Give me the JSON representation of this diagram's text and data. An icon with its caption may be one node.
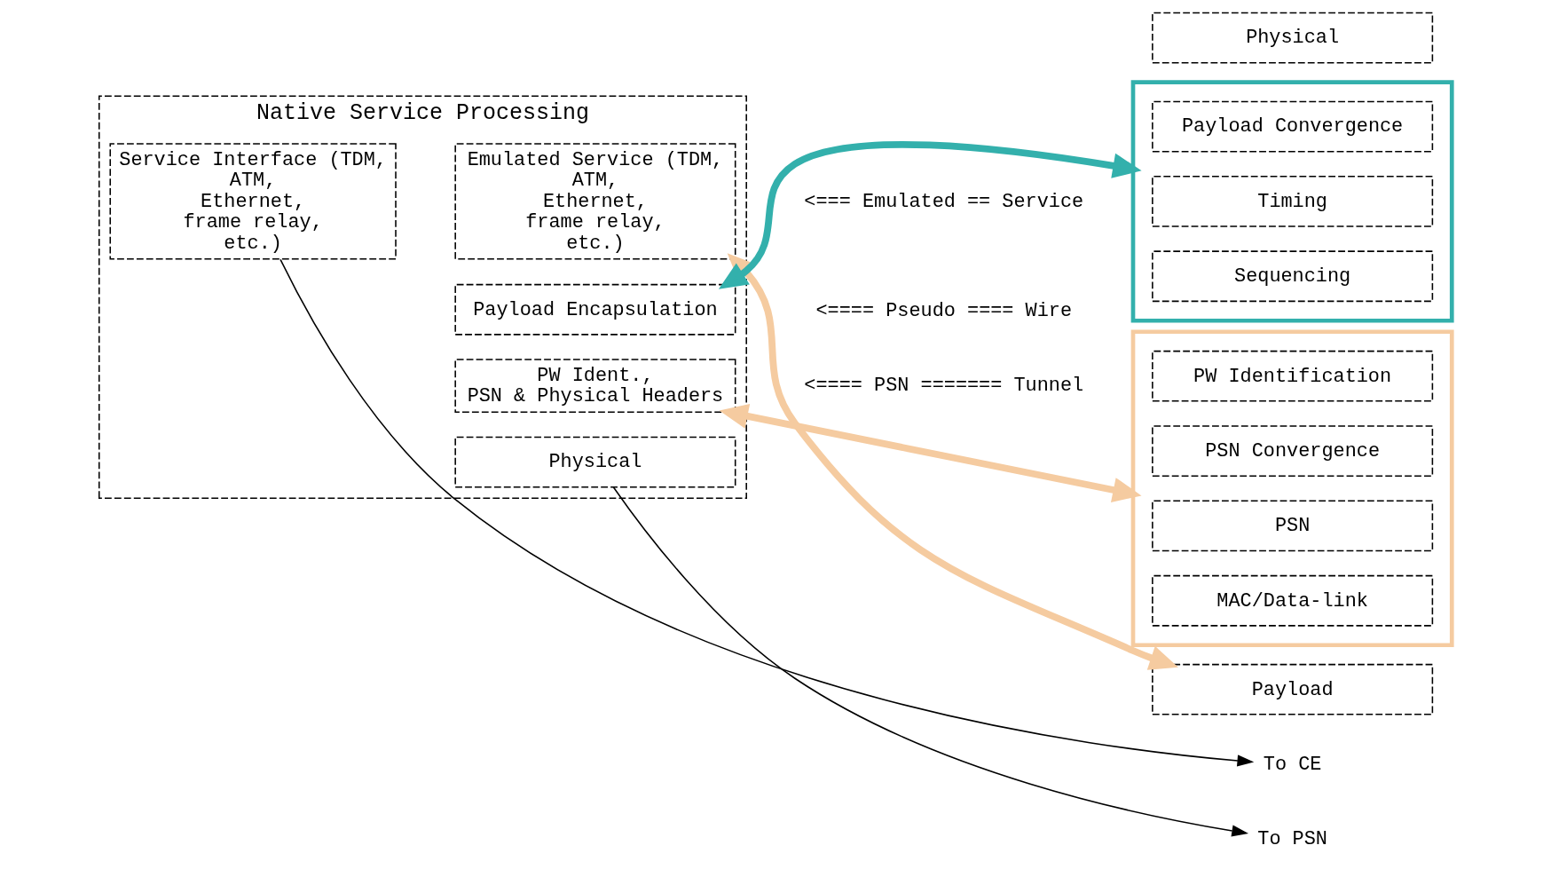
{
  "diagram": {
    "nodes": [
      {
        "text": [
          "Native Service Processing"
        ]
      },
      {
        "text": [
          "Service Interface (TDM, ATM, Ethernet, frame relay, etc.)"
        ],
        "in": 0
      },
      {
        "text": [
          "Emulated Service (TDM, ATM, Ethernet, frame relay, etc.)"
        ],
        "in": 0
      },
      {
        "text": [
          "Payload Encapsulation"
        ],
        "in": 0
      },
      {
        "text": [
          "PW Ident., PSN & Physical Headers"
        ],
        "in": 0
      },
      {
        "text": [
          "Physical"
        ],
        "in": 0
      },
      {
        "text": [
          "To CE"
        ]
      },
      {
        "text": [
          "To PSN"
        ]
      },
      {
        "text": [
          "Payload"
        ]
      },
      {
        "text": [],
        "shape": "box"
      },
      {
        "text": [
          "Payload Convergence"
        ],
        "in": 9
      },
      {
        "text": [
          "Timing"
        ],
        "in": 9
      },
      {
        "text": [
          "Sequencing"
        ],
        "in": 9
      },
      {
        "text": [],
        "shape": "box"
      },
      {
        "text": [
          "PW Identification"
        ],
        "in": 13
      },
      {
        "text": [
          "PSN Convergence"
        ],
        "in": 13
      },
      {
        "text": [
          "PSN"
        ],
        "in": 13
      },
      {
        "text": [
          "MAC/Data-link"
        ],
        "in": 13
      },
      {
        "text": [
          "Physical"
        ]
      }
    ],
    "edges": [
      {
        "from": 2,
        "to": 8,
        "arrow": "both",
        "color": "#f5cba0"
      },
      {
        "from": 3,
        "to": 9,
        "arrow": "both",
        "color": "#33b0ac"
      },
      {
        "from": 4,
        "to": 13,
        "arrow": "both",
        "color": "#f5cba0"
      },
      {
        "from": 1,
        "to": 6,
        "arrow": "to",
        "color": "#000000"
      },
      {
        "from": 5,
        "to": 7,
        "arrow": "to",
        "color": "#000000"
      }
    ],
    "labels": [
      "<=== Emulated == Service",
      "<==== Pseudo ==== Wire",
      "<==== PSN ======= Tunnel"
    ]
  }
}
